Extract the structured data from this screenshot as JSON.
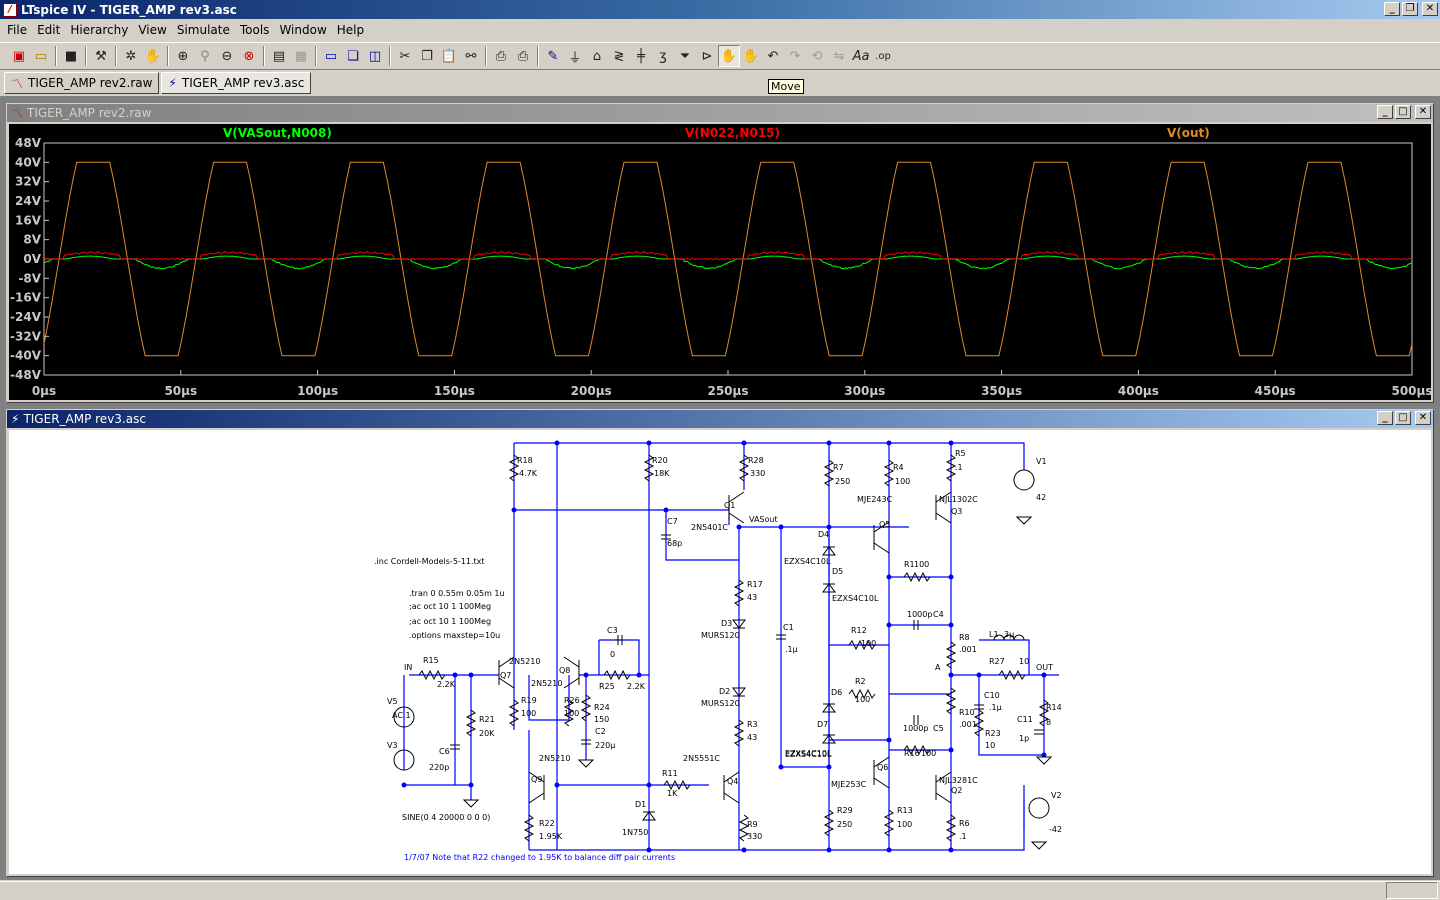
{
  "app": {
    "title": "LTspice IV - TIGER_AMP rev3.asc",
    "menu": [
      "File",
      "Edit",
      "Hierarchy",
      "View",
      "Simulate",
      "Tools",
      "Window",
      "Help"
    ],
    "tooltip": "Move",
    "tabs": [
      {
        "label": "TIGER_AMP rev2.raw",
        "icon": "waveform-icon"
      },
      {
        "label": "TIGER_AMP rev3.asc",
        "icon": "schematic-icon"
      }
    ],
    "toolbar_icons": [
      "new-schematic-icon",
      "open-icon",
      "save-icon",
      "control-panel-icon",
      "run-icon",
      "halt-icon",
      "zoom-in-icon",
      "zoom-out-icon",
      "zoom-fit-icon",
      "zoom-cancel-icon",
      "plot-pane-icon",
      "tile-icon",
      "cascade-icon",
      "cut-icon",
      "copy-icon",
      "paste-icon",
      "find-icon",
      "print-icon",
      "print-preview-icon",
      "wire-icon",
      "ground-icon",
      "label-icon",
      "resistor-icon",
      "capacitor-icon",
      "inductor-icon",
      "diode-icon",
      "component-icon",
      "move-icon",
      "drag-icon",
      "undo-icon",
      "redo-icon",
      "rotate-icon",
      "mirror-icon",
      "text-icon",
      "spice-directive-icon"
    ]
  },
  "waveform": {
    "title": "TIGER_AMP rev2.raw",
    "traces": [
      {
        "name": "V(VASout,N008)",
        "color": "#00ff00"
      },
      {
        "name": "V(N022,N015)",
        "color": "#ff0000"
      },
      {
        "name": "V(out)",
        "color": "#e08a2c"
      }
    ],
    "yticks": [
      "48V",
      "40V",
      "32V",
      "24V",
      "16V",
      "8V",
      "0V",
      "-8V",
      "-16V",
      "-24V",
      "-32V",
      "-40V",
      "-48V"
    ],
    "xticks": [
      "0µs",
      "50µs",
      "100µs",
      "150µs",
      "200µs",
      "250µs",
      "300µs",
      "350µs",
      "400µs",
      "450µs",
      "500µs"
    ]
  },
  "chart_data": {
    "type": "line",
    "xlabel": "",
    "ylabel": "",
    "xlim": [
      0,
      500
    ],
    "ylim": [
      -48,
      48
    ],
    "x_unit": "µs",
    "y_unit": "V",
    "grid": false,
    "series": [
      {
        "name": "V(out)",
        "period_us": 50,
        "amplitude_v": 40,
        "shape": "clipped-sine"
      },
      {
        "name": "V(VASout,N008)",
        "period_us": 50,
        "peak_low_v": -4,
        "peak_high_v": 1,
        "shape": "distorted"
      },
      {
        "name": "V(N022,N015)",
        "period_us": 50,
        "peak_low_v": 0,
        "peak_high_v": 3,
        "shape": "ripple"
      }
    ]
  },
  "schematic": {
    "title": "TIGER_AMP rev3.asc",
    "directives": [
      ".inc Cordell-Models-5-11.txt",
      ".tran 0 0.55m 0.05m 1u",
      ";ac oct 10 1 100Meg",
      ";ac oct 10 1 100Meg",
      ".options maxstep=10u"
    ],
    "source_text": "SINE(0 4 20000 0 0 0)",
    "note": "1/7/07  Note that R22 changed to 1.95K to balance diff pair currents",
    "labels": [
      {
        "t": "R18"
      },
      {
        "t": "4.7K"
      },
      {
        "t": "R20"
      },
      {
        "t": "18K"
      },
      {
        "t": "R28"
      },
      {
        "t": "330"
      },
      {
        "t": "R7"
      },
      {
        "t": "250"
      },
      {
        "t": "R4"
      },
      {
        "t": "100"
      },
      {
        "t": "R5"
      },
      {
        "t": ".1"
      },
      {
        "t": "V1"
      },
      {
        "t": "42"
      },
      {
        "t": "Q1"
      },
      {
        "t": "2N5401C"
      },
      {
        "t": "VASout"
      },
      {
        "t": "C7"
      },
      {
        "t": "68p"
      },
      {
        "t": "D4"
      },
      {
        "t": "EZXS4C10L"
      },
      {
        "t": "D5"
      },
      {
        "t": "EZXS4C10L"
      },
      {
        "t": "MJE243C"
      },
      {
        "t": "Q5"
      },
      {
        "t": "NJL1302C"
      },
      {
        "t": "Q3"
      },
      {
        "t": "R1"
      },
      {
        "t": "100"
      },
      {
        "t": "1000p"
      },
      {
        "t": "C4"
      },
      {
        "t": "R17"
      },
      {
        "t": "43"
      },
      {
        "t": "D3"
      },
      {
        "t": "MURS120"
      },
      {
        "t": "C1"
      },
      {
        "t": ".1µ"
      },
      {
        "t": "R12"
      },
      {
        "t": "100"
      },
      {
        "t": "R8"
      },
      {
        "t": ".001"
      },
      {
        "t": "A"
      },
      {
        "t": "L1"
      },
      {
        "t": "3µ"
      },
      {
        "t": "R27"
      },
      {
        "t": "10"
      },
      {
        "t": "OUT"
      },
      {
        "t": "C3"
      },
      {
        "t": "0"
      },
      {
        "t": "IN"
      },
      {
        "t": "R15"
      },
      {
        "t": "2.2K"
      },
      {
        "t": "Q7"
      },
      {
        "t": "2N5210"
      },
      {
        "t": "Q8"
      },
      {
        "t": "2N5210"
      },
      {
        "t": "R25"
      },
      {
        "t": "2.2K"
      },
      {
        "t": "R19"
      },
      {
        "t": "100"
      },
      {
        "t": "R26"
      },
      {
        "t": "100"
      },
      {
        "t": "R24"
      },
      {
        "t": "150"
      },
      {
        "t": "C2"
      },
      {
        "t": "220µ"
      },
      {
        "t": "D2"
      },
      {
        "t": "MURS120"
      },
      {
        "t": "R3"
      },
      {
        "t": "43"
      },
      {
        "t": "D6"
      },
      {
        "t": "R2"
      },
      {
        "t": "100"
      },
      {
        "t": "D7"
      },
      {
        "t": "EZXS4C10L"
      },
      {
        "t": "1000p"
      },
      {
        "t": "C5"
      },
      {
        "t": "R10"
      },
      {
        "t": ".001"
      },
      {
        "t": "C10"
      },
      {
        "t": ".1µ"
      },
      {
        "t": "R23"
      },
      {
        "t": "10"
      },
      {
        "t": "C11"
      },
      {
        "t": "1p"
      },
      {
        "t": "R14"
      },
      {
        "t": "8"
      },
      {
        "t": "V5"
      },
      {
        "t": "AC 1"
      },
      {
        "t": "V3"
      },
      {
        "t": "C6"
      },
      {
        "t": "220p"
      },
      {
        "t": "R21"
      },
      {
        "t": "20K"
      },
      {
        "t": "2N5210"
      },
      {
        "t": "Q9"
      },
      {
        "t": "2N5551C"
      },
      {
        "t": "R11"
      },
      {
        "t": "1K"
      },
      {
        "t": "Q4"
      },
      {
        "t": "EZXS4C10L"
      },
      {
        "t": "R16"
      },
      {
        "t": "100"
      },
      {
        "t": "Q6"
      },
      {
        "t": "MJE253C"
      },
      {
        "t": "NJL3281C"
      },
      {
        "t": "Q2"
      },
      {
        "t": "V2"
      },
      {
        "t": "-42"
      },
      {
        "t": "D1"
      },
      {
        "t": "1N750"
      },
      {
        "t": "R22"
      },
      {
        "t": "1.95K"
      },
      {
        "t": "R9"
      },
      {
        "t": "330"
      },
      {
        "t": "R29"
      },
      {
        "t": "250"
      },
      {
        "t": "R13"
      },
      {
        "t": "100"
      },
      {
        "t": "R6"
      },
      {
        "t": ".1"
      }
    ]
  }
}
